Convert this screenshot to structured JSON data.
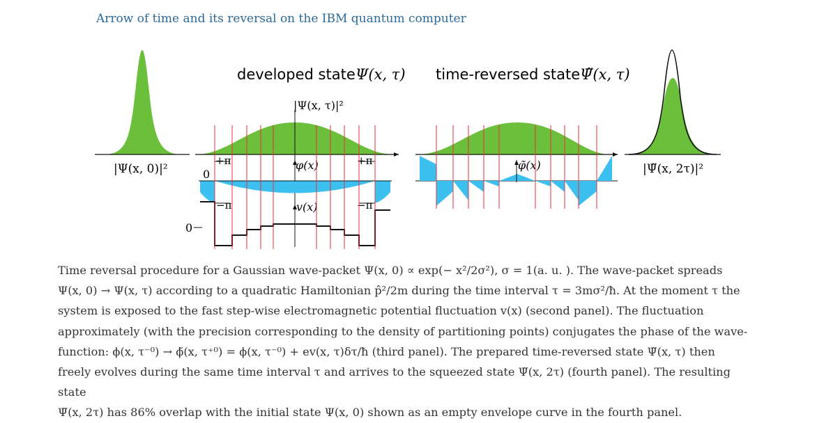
{
  "caption_title": "Arrow of time and its reversal on the IBM quantum computer",
  "figure": {
    "panel_titles": {
      "developed": "developed state",
      "developed_math": "Ψ(x, τ)",
      "reversed": "time-reversed state",
      "reversed_math": "Ψ̃(x, τ)"
    },
    "labels": {
      "initial": "|Ψ(x, 0)|²",
      "psi_tau": "|Ψ(x, τ)|²",
      "final": "|Ψ̃(x, 2τ)|²",
      "phi": "φ(x)",
      "phi_tilde": "φ̃(x)",
      "v": "v(x)",
      "plus_pi_left": "+π",
      "plus_pi_right": "+π",
      "minus_pi_left": "−π",
      "minus_pi_right": "−π",
      "zero_phase": "0",
      "zero_potential": "0"
    },
    "colors": {
      "green": "#6cbf3a",
      "blue": "#3cc0ef",
      "red": "#e8323c",
      "black": "#111111"
    }
  },
  "description": [
    "Time reversal procedure for a Gaussian wave-packet Ψ(x, 0) ∝ exp(− x²/2σ²), σ = 1(a. u. ). The wave-packet spreads",
    "Ψ(x, 0) → Ψ(x, τ) according to a quadratic Hamiltonian p̂²/2m during the time interval τ = 3mσ²/ħ. At the moment τ the",
    "system is exposed to the fast step-wise electromagnetic potential fluctuation v(x) (second panel). The fluctuation",
    "approximately (with the precision corresponding to the density of partitioning points) conjugates the phase of the wave-",
    "function: ϕ(x, τ⁻⁰) → ϕ̃(x, τ⁺⁰) = ϕ(x, τ⁻⁰) + ev(x, τ)δτ/ħ (third panel). The prepared time-reversed state Ψ̃(x, τ) then",
    "freely evolves during the same time interval τ and arrives to the squeezed state Ψ̃(x, 2τ) (fourth panel). The resulting state",
    "Ψ̃(x, 2τ) has 86% overlap with the initial state Ψ(x, 0) shown as an empty envelope curve in the fourth panel."
  ]
}
